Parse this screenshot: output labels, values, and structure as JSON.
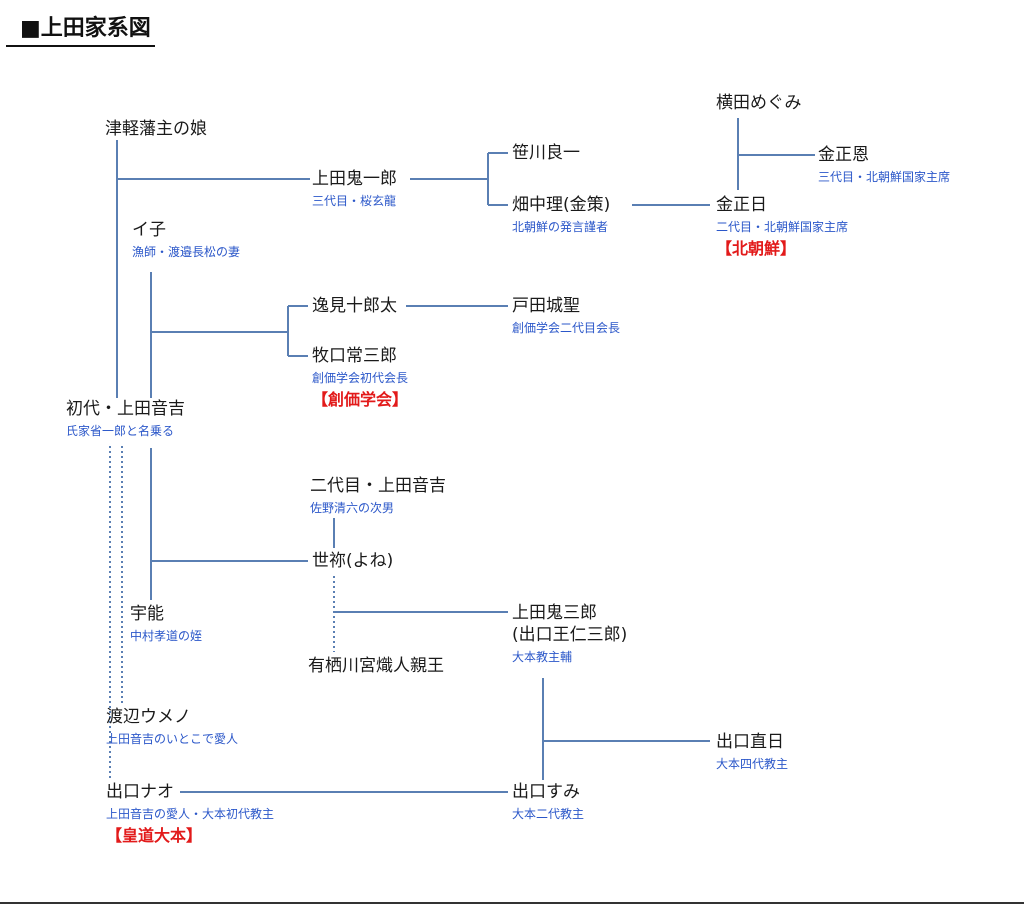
{
  "title": "■上田家系図",
  "colors": {
    "line": "#5a7fb3",
    "subtitle": "#2b57c9",
    "tag": "#e21a1a",
    "name": "#1a1a1a"
  },
  "nodes": {
    "tsugaru": {
      "name": "津軽藩主の娘"
    },
    "onisaburo_ichi": {
      "name": "上田鬼一郎",
      "sub": "三代目・桜玄龍"
    },
    "sasagawa": {
      "name": "笹川良一"
    },
    "hatanaka": {
      "name": "畑中理(金策)",
      "sub": "北朝鮮の発言謹者"
    },
    "yokota": {
      "name": "横田めぐみ"
    },
    "kim_jongun": {
      "name": "金正恩",
      "sub": "三代目・北朝鮮国家主席"
    },
    "kim_jongil": {
      "name": "金正日",
      "sub": "二代目・北朝鮮国家主席",
      "tag": "【北朝鮮】"
    },
    "iko": {
      "name": "イ子",
      "sub": "漁師・渡邉長松の妻"
    },
    "henmi": {
      "name": "逸見十郎太"
    },
    "toda": {
      "name": "戸田城聖",
      "sub": "創価学会二代目会長"
    },
    "makiguchi": {
      "name": "牧口常三郎",
      "sub": "創価学会初代会長",
      "tag": "【創価学会】"
    },
    "shodai": {
      "name": "初代・上田音吉",
      "sub": "氏家省一郎と名乗る"
    },
    "nidai": {
      "name": "二代目・上田音吉",
      "sub": "佐野清六の次男"
    },
    "yone": {
      "name": "世祢(よね)"
    },
    "uno": {
      "name": "宇能",
      "sub": "中村孝道の姪"
    },
    "onisaburo": {
      "name": "上田鬼三郎",
      "name2": "(出口王仁三郎)",
      "sub": "大本教主輔"
    },
    "arisugawa": {
      "name": "有栖川宮熾人親王"
    },
    "watanabe": {
      "name": "渡辺ウメノ",
      "sub": "上田音吉のいとこで愛人"
    },
    "deguchi_naohi": {
      "name": "出口直日",
      "sub": "大本四代教主"
    },
    "deguchi_nao": {
      "name": "出口ナオ",
      "sub": "上田音吉の愛人・大本初代教主",
      "tag": "【皇道大本】"
    },
    "deguchi_sumi": {
      "name": "出口すみ",
      "sub": "大本二代教主"
    }
  }
}
